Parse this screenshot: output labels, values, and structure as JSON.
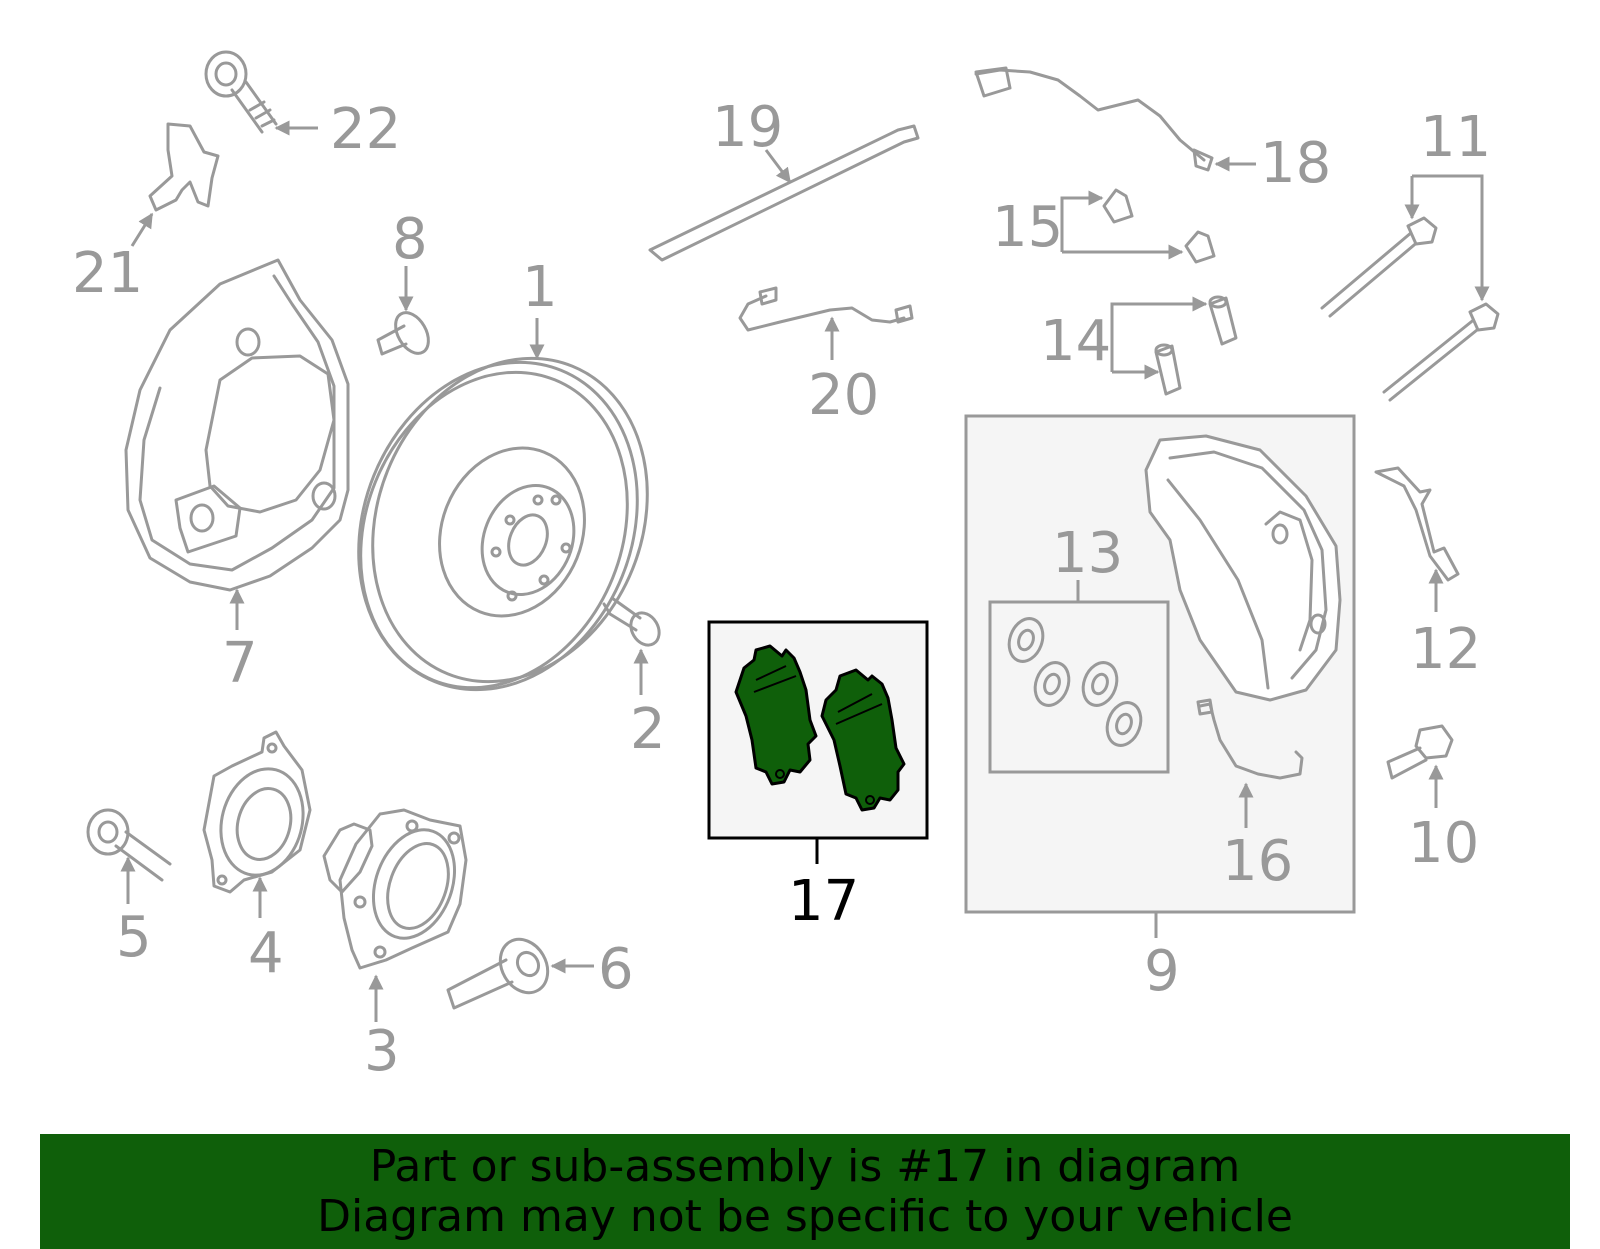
{
  "callouts": [
    "1",
    "2",
    "3",
    "4",
    "5",
    "6",
    "7",
    "8",
    "9",
    "10",
    "11",
    "12",
    "13",
    "14",
    "15",
    "16",
    "17",
    "18",
    "19",
    "20",
    "21",
    "22"
  ],
  "highlighted_callout": "17",
  "colors": {
    "highlight": "#0f5f0a",
    "line": "#999999",
    "kit_box_fill": "#f5f5f5"
  },
  "banner": {
    "line1": "Part or sub-assembly is #17 in diagram",
    "line2": "Diagram may not be specific to your vehicle"
  }
}
